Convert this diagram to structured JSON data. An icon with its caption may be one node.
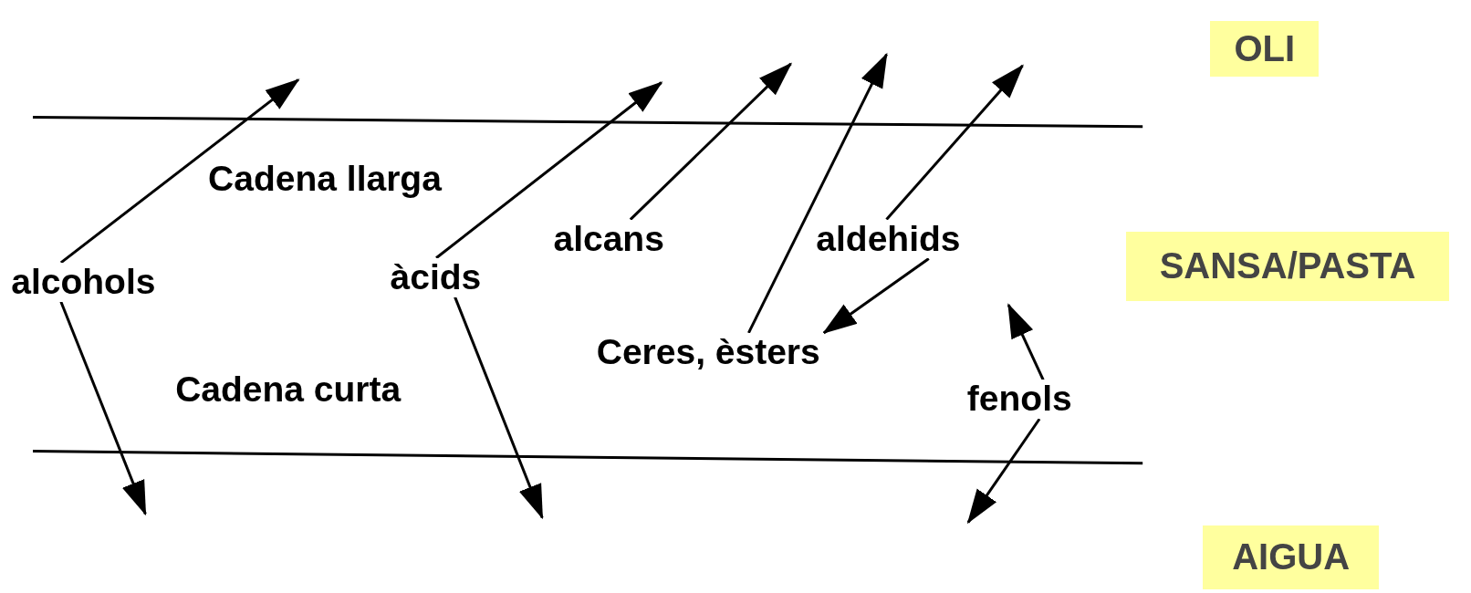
{
  "diagram": {
    "nodes": [
      {
        "text": [
          "OLI"
        ]
      },
      {
        "text": [
          "SANSA/PASTA"
        ]
      },
      {
        "text": [
          "AIGUA"
        ]
      },
      {
        "text": [
          "alcohols"
        ]
      },
      {
        "text": [
          "àcids"
        ]
      },
      {
        "text": [
          "alcans"
        ]
      },
      {
        "text": [
          "aldehids"
        ]
      },
      {
        "text": [
          "Ceres, èsters"
        ]
      },
      {
        "text": [
          "fenols"
        ]
      },
      {
        "text": [
          "Cadena llarga"
        ]
      },
      {
        "text": [
          "Cadena curta"
        ]
      }
    ],
    "edges": [
      {
        "from": 3,
        "to": null,
        "arrow": "to"
      },
      {
        "from": 3,
        "to": null,
        "arrow": "to"
      },
      {
        "from": 4,
        "to": null,
        "arrow": "to"
      },
      {
        "from": 4,
        "to": null,
        "arrow": "to"
      },
      {
        "from": 5,
        "to": null,
        "arrow": "to"
      },
      {
        "from": 7,
        "to": null,
        "arrow": "to"
      },
      {
        "from": 6,
        "to": null,
        "arrow": "to"
      },
      {
        "from": 6,
        "to": 7,
        "arrow": "to"
      },
      {
        "from": 8,
        "to": null,
        "arrow": "to"
      },
      {
        "from": 8,
        "to": null,
        "arrow": "to"
      }
    ]
  }
}
